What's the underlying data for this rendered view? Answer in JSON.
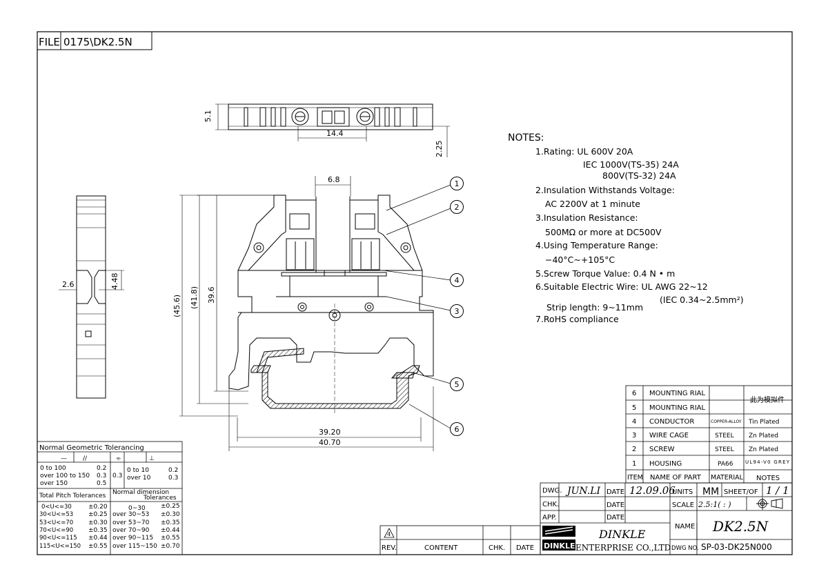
{
  "file": {
    "label": "FILE",
    "path": "0175\\DK2.5N"
  },
  "dimensions": {
    "top_width": "14.4",
    "top_height": "5.1",
    "offset": "2.25",
    "side_a": "2.6",
    "side_b": "4.48",
    "pitch": "6.8",
    "h1": "(45.6)",
    "h2": "(41.8)",
    "h3": "39.6",
    "w1": "39.20",
    "w2": "40.70"
  },
  "callouts": [
    "1",
    "2",
    "3",
    "4",
    "5",
    "6"
  ],
  "notes": {
    "title": "NOTES:",
    "lines": [
      "1.Rating: UL 600V 20A",
      "IEC 1000V(TS-35) 24A",
      "800V(TS-32) 24A",
      "2.Insulation Withstands Voltage:",
      "AC 2200V at 1 minute",
      "3.Insulation Resistance:",
      "500MΩ or more at DC500V",
      "4.Using Temperature Range:",
      "−40°C~+105°C",
      "5.Screw Torque Value: 0.4 N • m",
      "6.Suitable Electric Wire: UL AWG 22~12",
      "(IEC 0.34~2.5mm²)",
      "Strip length: 9~11mm",
      "7.RoHS compliance"
    ]
  },
  "tolerance": {
    "title": "Normal Geometric Tolerancing",
    "symbols": [
      "—",
      "//",
      "⌯",
      "⊥"
    ],
    "geo_left": [
      [
        "0 to 100",
        "0.2"
      ],
      [
        "over 100 to 150",
        "0.3"
      ],
      [
        "over 150",
        "0.5"
      ]
    ],
    "geo_mid": "0.3",
    "geo_right": [
      [
        "0 to 10",
        "0.2"
      ],
      [
        "over 10",
        "0.3"
      ]
    ],
    "pitch_title": "Total Pitch Tolerances",
    "dim_title_1": "Normal dimension",
    "dim_title_2": "Tolerances",
    "pitch_rows": [
      [
        "0<U<=30",
        "±0.20"
      ],
      [
        "30<U<=53",
        "±0.25"
      ],
      [
        "53<U<=70",
        "±0.30"
      ],
      [
        "70<U<=90",
        "±0.35"
      ],
      [
        "90<U<=115",
        "±0.44"
      ],
      [
        "115<U<=150",
        "±0.55"
      ]
    ],
    "dim_rows": [
      [
        "0~30",
        "±0.25"
      ],
      [
        "over 30~53",
        "±0.30"
      ],
      [
        "over 53~70",
        "±0.35"
      ],
      [
        "over 70~90",
        "±0.44"
      ],
      [
        "over 90~115",
        "±0.55"
      ],
      [
        "over 115~150",
        "±0.70"
      ]
    ]
  },
  "parts": {
    "rows": [
      {
        "item": "6",
        "name": "MOUNTING RIAL",
        "material": "",
        "notes": ""
      },
      {
        "item": "5",
        "name": "MOUNTING RIAL",
        "material": "",
        "notes": ""
      },
      {
        "item": "4",
        "name": "CONDUCTOR",
        "material": "COPPER-ALLOY",
        "notes": "Tin Plated"
      },
      {
        "item": "3",
        "name": "WIRE CAGE",
        "material": "STEEL",
        "notes": "Zn Plated"
      },
      {
        "item": "2",
        "name": "SCREW",
        "material": "STEEL",
        "notes": "Zn Plated"
      },
      {
        "item": "1",
        "name": "HOUSING",
        "material": "PA66",
        "notes": "UL94-V0 GREY"
      }
    ],
    "merged_note": "此为模拟件",
    "header": {
      "item": "ITEM",
      "name": "NAME OF PART",
      "material": "MATERIAL",
      "notes": "NOTES"
    }
  },
  "title_block": {
    "dwg_label": "DWG.",
    "dwg_by": "JUN.LI",
    "date_label": "DATE",
    "date": "12.09.06",
    "units_label": "UNITS",
    "units": "MM",
    "sheet_label": "SHEET/OF",
    "sheet": "1 / 1",
    "chk_label": "CHK.",
    "app_label": "APP.",
    "scale_label": "SCALE",
    "scale": "2.5:1(   :   )",
    "name_label": "NAME",
    "name": "DK2.5N",
    "company_1": "DINKLE",
    "company_2": "ENTERPRISE CO.,LTD",
    "logo_text": "DINKLE",
    "dwg_no_label": "DWG NO.",
    "dwg_no": "SP-03-DK25N000"
  },
  "revision": {
    "mark": "4",
    "rev": "REV.",
    "content": "CONTENT",
    "chk": "CHK.",
    "date": "DATE"
  }
}
